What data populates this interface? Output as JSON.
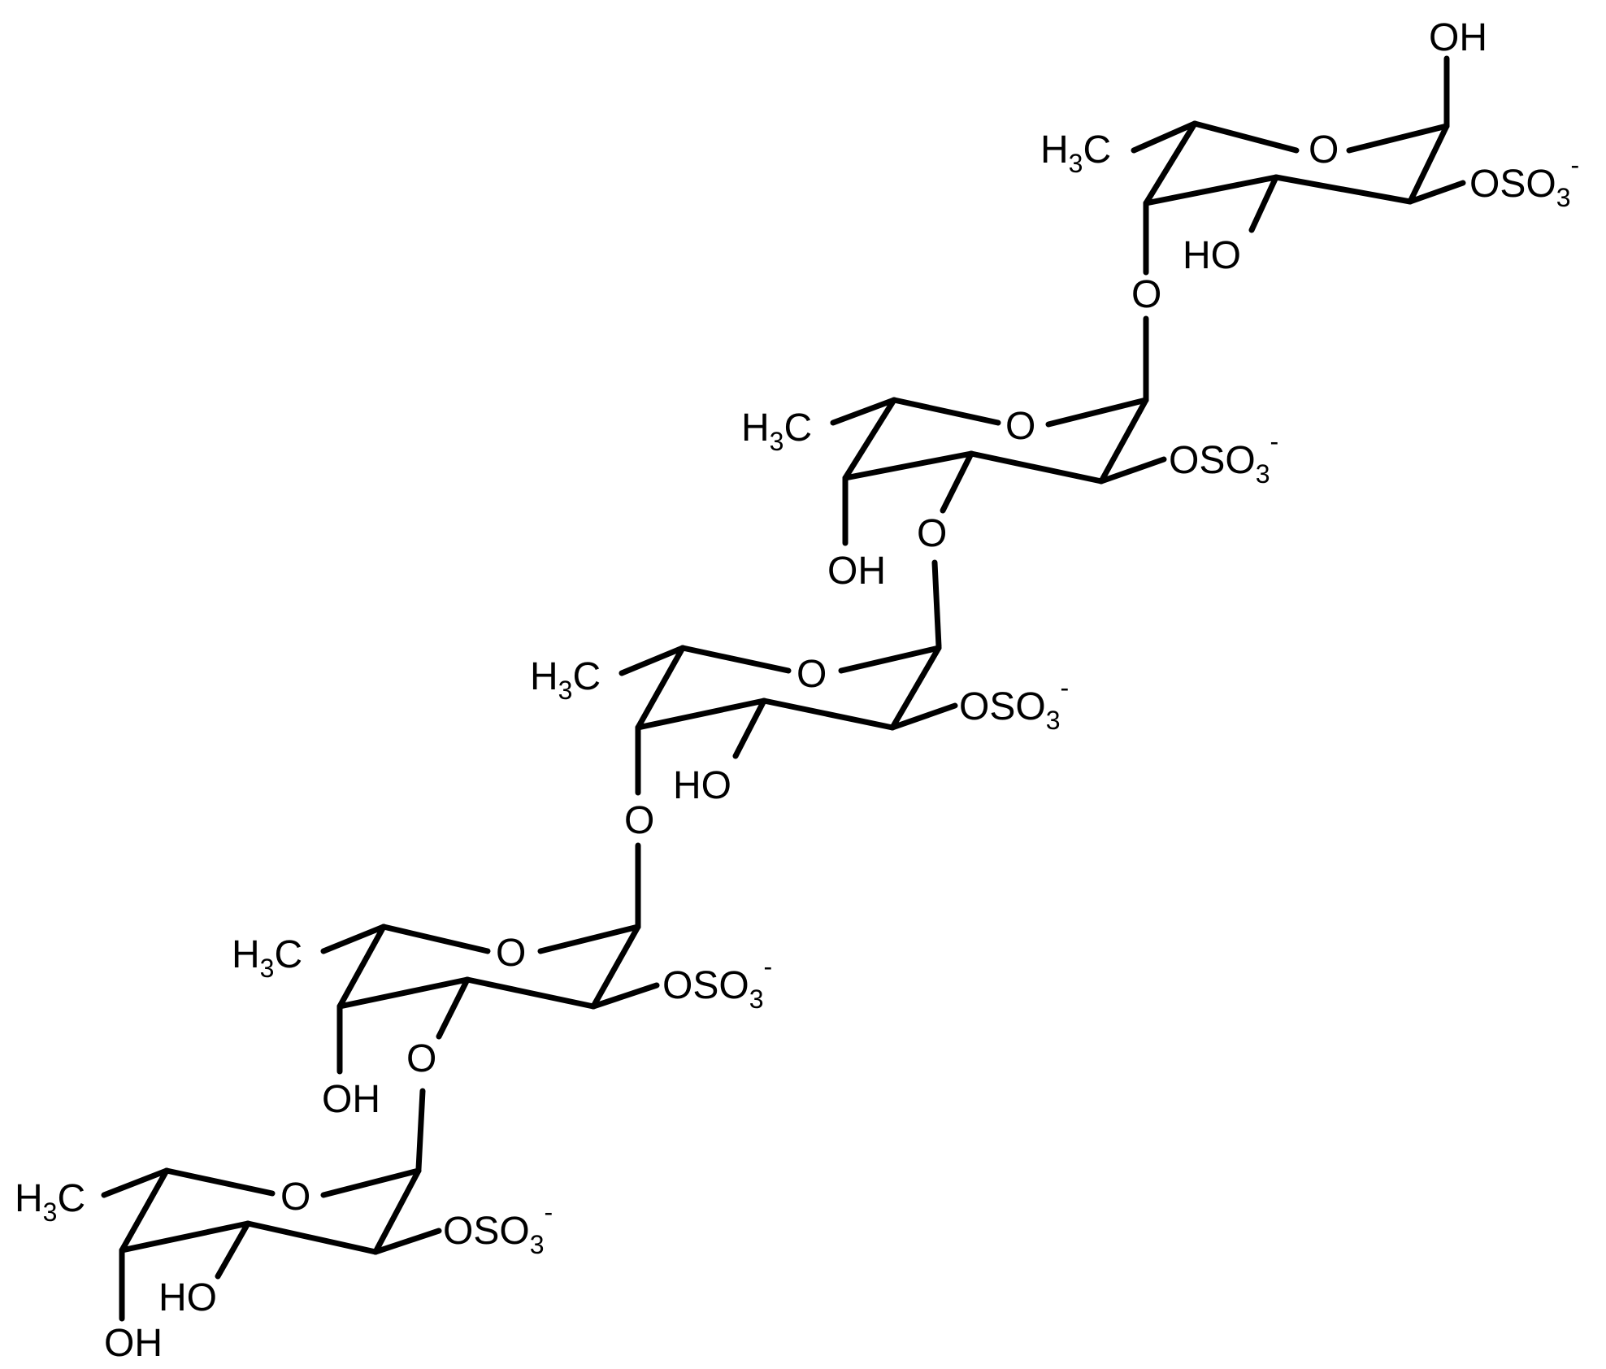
{
  "molecule": {
    "units": [
      {
        "methyl": "H",
        "methyl_sub": "3",
        "methyl_c": "C",
        "ring_o": "O",
        "sulfate": "OSO",
        "sulfate_sub": "3",
        "sulfate_charge": "-",
        "anomeric_oh": "OH",
        "hydroxyl": "HO",
        "link_o": "O"
      },
      {
        "methyl": "H",
        "methyl_sub": "3",
        "methyl_c": "C",
        "ring_o": "O",
        "sulfate": "OSO",
        "sulfate_sub": "3",
        "sulfate_charge": "-",
        "hydroxyl": "OH",
        "link_o": "O"
      },
      {
        "methyl": "H",
        "methyl_sub": "3",
        "methyl_c": "C",
        "ring_o": "O",
        "sulfate": "OSO",
        "sulfate_sub": "3",
        "sulfate_charge": "-",
        "hydroxyl": "HO",
        "link_o": "O"
      },
      {
        "methyl": "H",
        "methyl_sub": "3",
        "methyl_c": "C",
        "ring_o": "O",
        "sulfate": "OSO",
        "sulfate_sub": "3",
        "sulfate_charge": "-",
        "hydroxyl": "OH",
        "link_o": "O"
      },
      {
        "methyl": "H",
        "methyl_sub": "3",
        "methyl_c": "C",
        "ring_o": "O",
        "sulfate": "OSO",
        "sulfate_sub": "3",
        "sulfate_charge": "-",
        "hydroxyl": "HO",
        "terminal_oh": "OH"
      }
    ]
  }
}
